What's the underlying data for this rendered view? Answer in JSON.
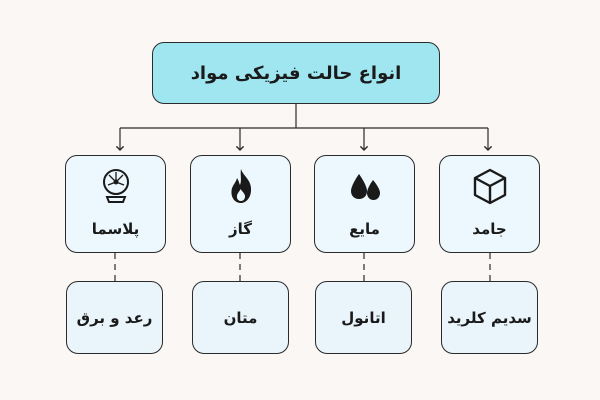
{
  "title": "انواع حالت فیزیکی  مواد",
  "categories": [
    {
      "id": "plasma",
      "label": "پلاسما",
      "icon": "plasma-ball-icon",
      "example": "رعد و برق"
    },
    {
      "id": "gas",
      "label": "گاز",
      "icon": "flame-icon",
      "example": "متان"
    },
    {
      "id": "liquid",
      "label": "مایع",
      "icon": "water-drops-icon",
      "example": "اتانول"
    },
    {
      "id": "solid",
      "label": "جامد",
      "icon": "cube-icon",
      "example": "سدیم کلرید"
    }
  ],
  "colors": {
    "title_fill": "#9fe6f1",
    "category_fill": "#ecf8fd",
    "example_fill": "#eaf4fb",
    "stroke": "#2b2b2b",
    "background": "#faf7f4"
  }
}
